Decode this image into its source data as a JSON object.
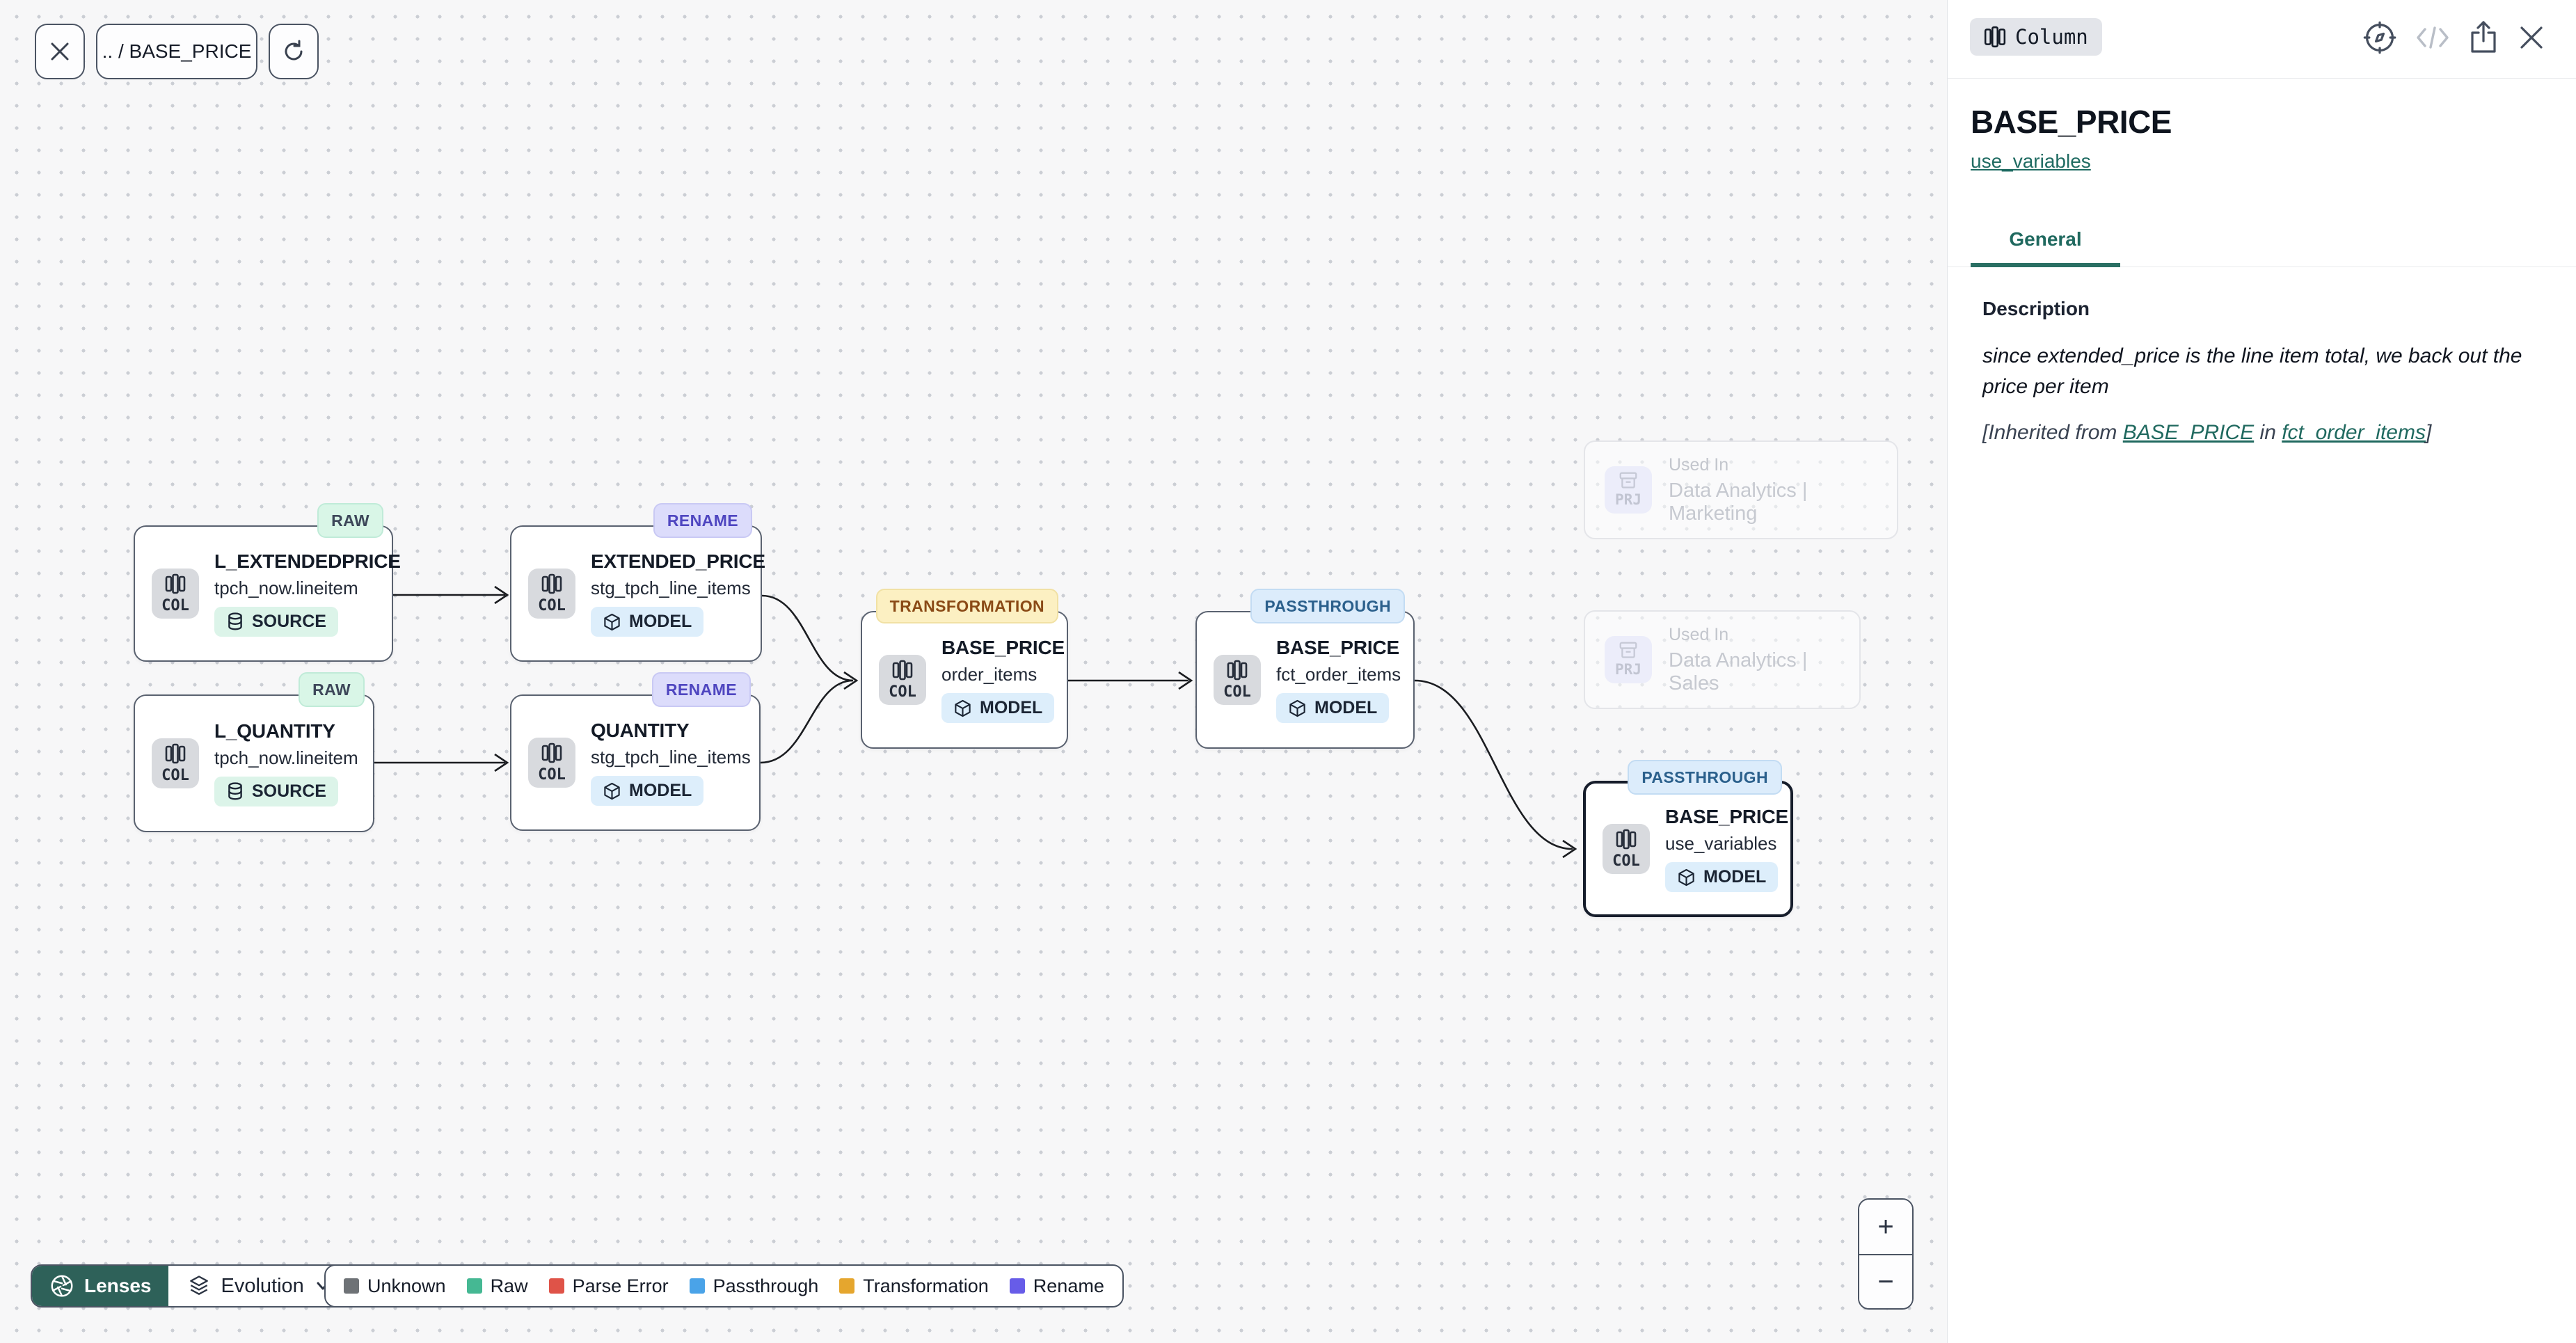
{
  "toolbar": {
    "breadcrumb": ".. / BASE_PRICE"
  },
  "nodes": [
    {
      "badge": "RAW",
      "type_label": "COL",
      "title": "L_EXTENDEDPRICE",
      "subtitle": "tpch_now.lineitem",
      "chip": "SOURCE"
    },
    {
      "badge": "RENAME",
      "type_label": "COL",
      "title": "EXTENDED_PRICE",
      "subtitle": "stg_tpch_line_items",
      "chip": "MODEL"
    },
    {
      "badge": "RAW",
      "type_label": "COL",
      "title": "L_QUANTITY",
      "subtitle": "tpch_now.lineitem",
      "chip": "SOURCE"
    },
    {
      "badge": "RENAME",
      "type_label": "COL",
      "title": "QUANTITY",
      "subtitle": "stg_tpch_line_items",
      "chip": "MODEL"
    },
    {
      "badge": "TRANSFORMATION",
      "type_label": "COL",
      "title": "BASE_PRICE",
      "subtitle": "order_items",
      "chip": "MODEL"
    },
    {
      "badge": "PASSTHROUGH",
      "type_label": "COL",
      "title": "BASE_PRICE",
      "subtitle": "fct_order_items",
      "chip": "MODEL"
    },
    {
      "badge": "PASSTHROUGH",
      "type_label": "COL",
      "title": "BASE_PRICE",
      "subtitle": "use_variables",
      "chip": "MODEL",
      "selected": true
    }
  ],
  "ghost_nodes": [
    {
      "type_label": "PRJ",
      "label": "Used In",
      "name": "Data Analytics | Marketing"
    },
    {
      "type_label": "PRJ",
      "label": "Used In",
      "name": "Data Analytics | Sales"
    }
  ],
  "lens_bar": {
    "lenses": "Lenses",
    "mode": "Evolution"
  },
  "legend": [
    {
      "label": "Unknown",
      "color": "#6e7276"
    },
    {
      "label": "Raw",
      "color": "#45b893"
    },
    {
      "label": "Parse Error",
      "color": "#df5348"
    },
    {
      "label": "Passthrough",
      "color": "#4aa3e8"
    },
    {
      "label": "Transformation",
      "color": "#e5a62e"
    },
    {
      "label": "Rename",
      "color": "#675ce8"
    }
  ],
  "zoom_controls": {
    "zoom_in": "+",
    "zoom_out": "−"
  },
  "panel": {
    "type_chip": "Column",
    "title": "BASE_PRICE",
    "model_link": "use_variables",
    "tabs": [
      {
        "label": "General",
        "active": true
      }
    ],
    "description_heading": "Description",
    "description": "since extended_price is the line item total, we back out the price per item",
    "inherited": {
      "prefix": "[Inherited from ",
      "link_column": "BASE_PRICE",
      "middle": " in ",
      "link_model": "fct_order_items",
      "suffix": "]"
    }
  }
}
